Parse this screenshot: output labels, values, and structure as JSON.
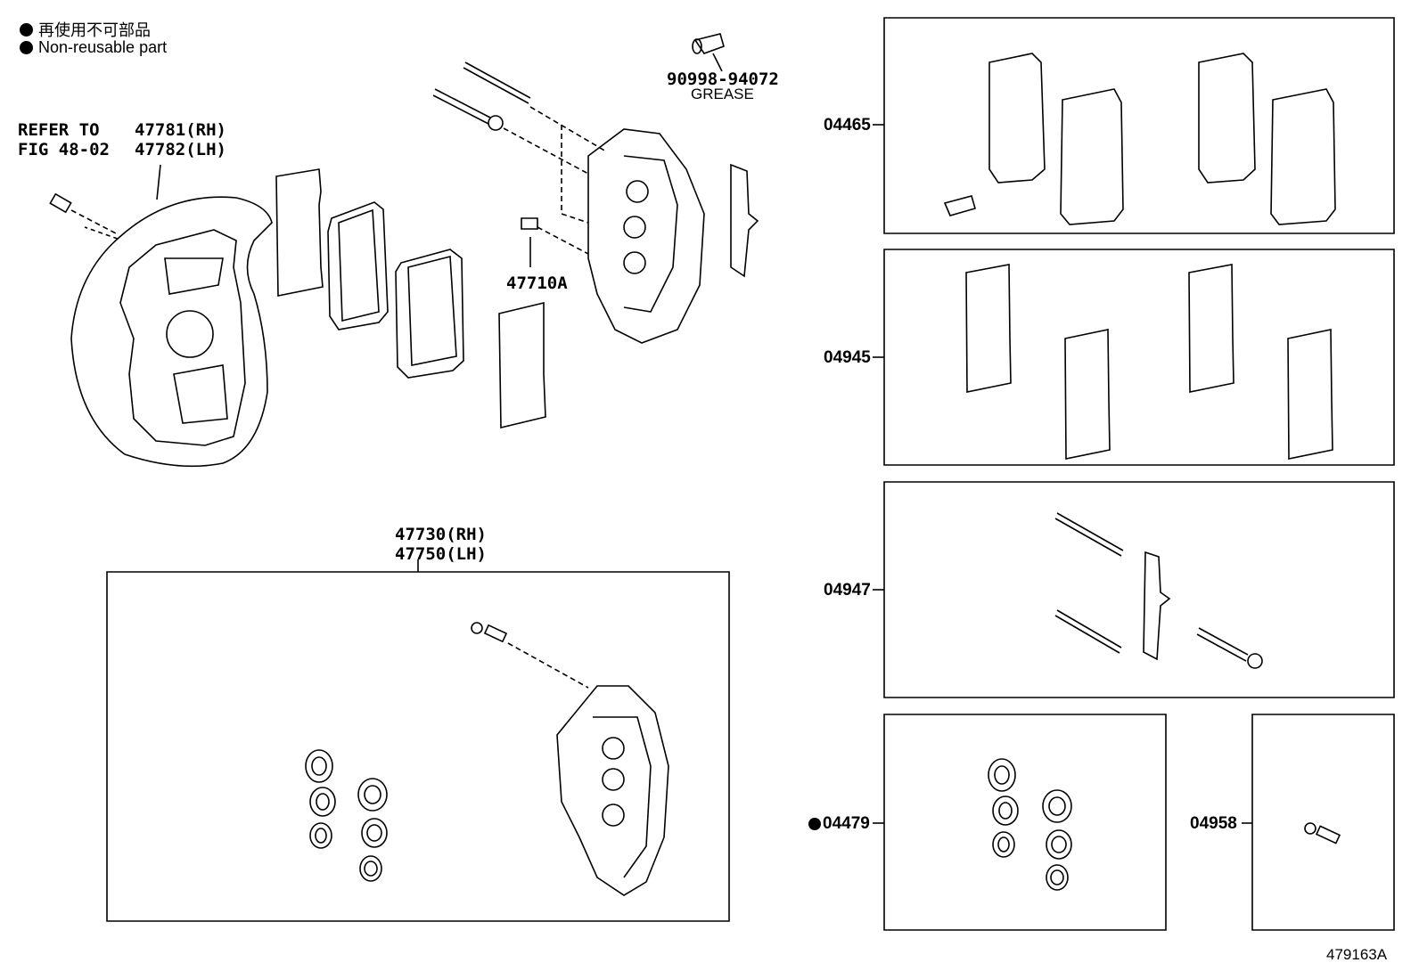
{
  "legend": {
    "line1": "再使用不可部品",
    "line2": "Non-reusable part"
  },
  "callouts": {
    "refer_to": "REFER TO",
    "fig": "FIG 48-02",
    "dust_cover_rh": "47781(RH)",
    "dust_cover_lh": "47782(LH)",
    "grease_part": "90998-94072",
    "grease_word": "GREASE",
    "bleeder_plug": "47710A",
    "cyl_rh": "47730(RH)",
    "cyl_lh": "47750(LH)"
  },
  "kits": {
    "pad_kit": "04465",
    "shim_kit": "04945",
    "fitting_kit": "04947",
    "cylinder_kit": "04479",
    "bleeder_kit": "04958"
  },
  "diagram_id": "479163A",
  "colors": {
    "ink": "#000000",
    "paper": "#ffffff"
  }
}
